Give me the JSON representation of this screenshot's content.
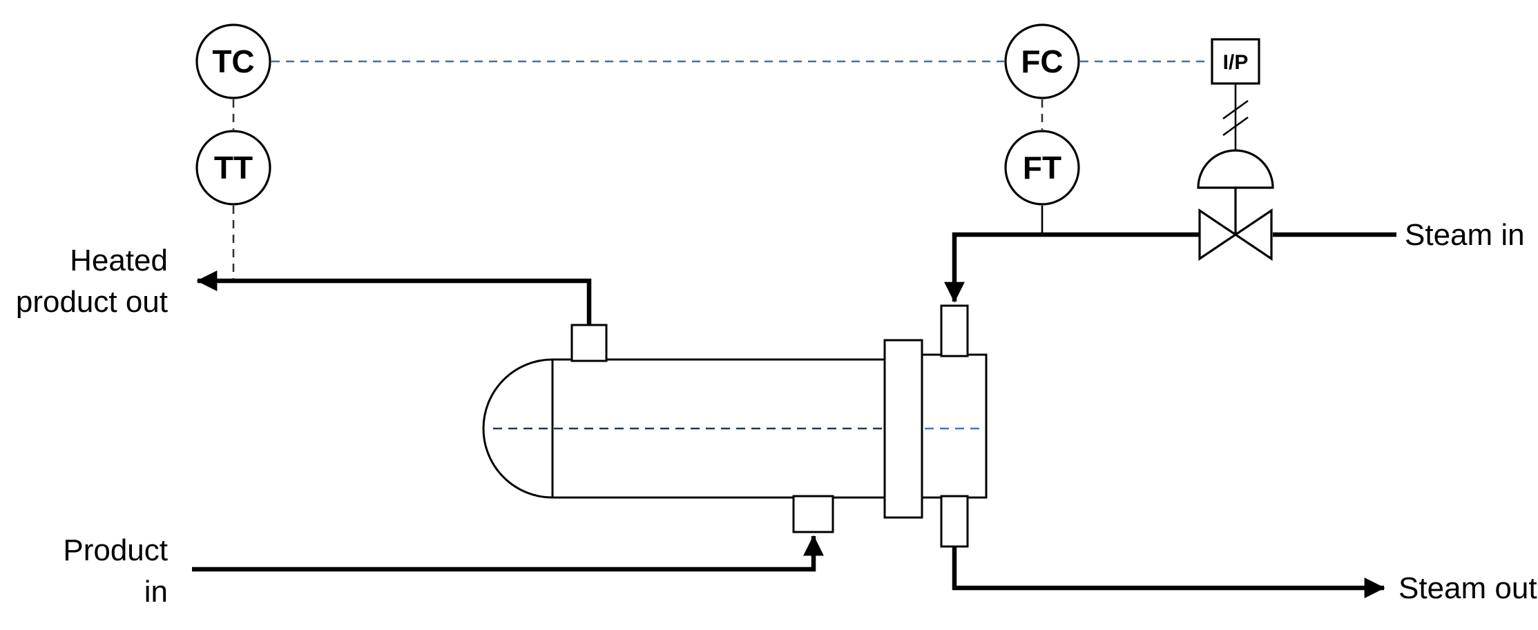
{
  "diagram": {
    "instruments": [
      {
        "tag": "TC"
      },
      {
        "tag": "TT"
      },
      {
        "tag": "FC"
      },
      {
        "tag": "FT"
      },
      {
        "tag": "I/P"
      }
    ],
    "labels": {
      "heated_product_out": [
        "Heated",
        "product out"
      ],
      "product_in": [
        "Product",
        "in"
      ],
      "steam_in": "Steam in",
      "steam_out": "Steam out"
    },
    "colors": {
      "line": "#000000",
      "signal_horizontal": "#4a6e96",
      "signal_vertical": "#333333",
      "centerline_shell": "#1f3864",
      "centerline_head": "#4472c4",
      "background": "#ffffff"
    }
  }
}
